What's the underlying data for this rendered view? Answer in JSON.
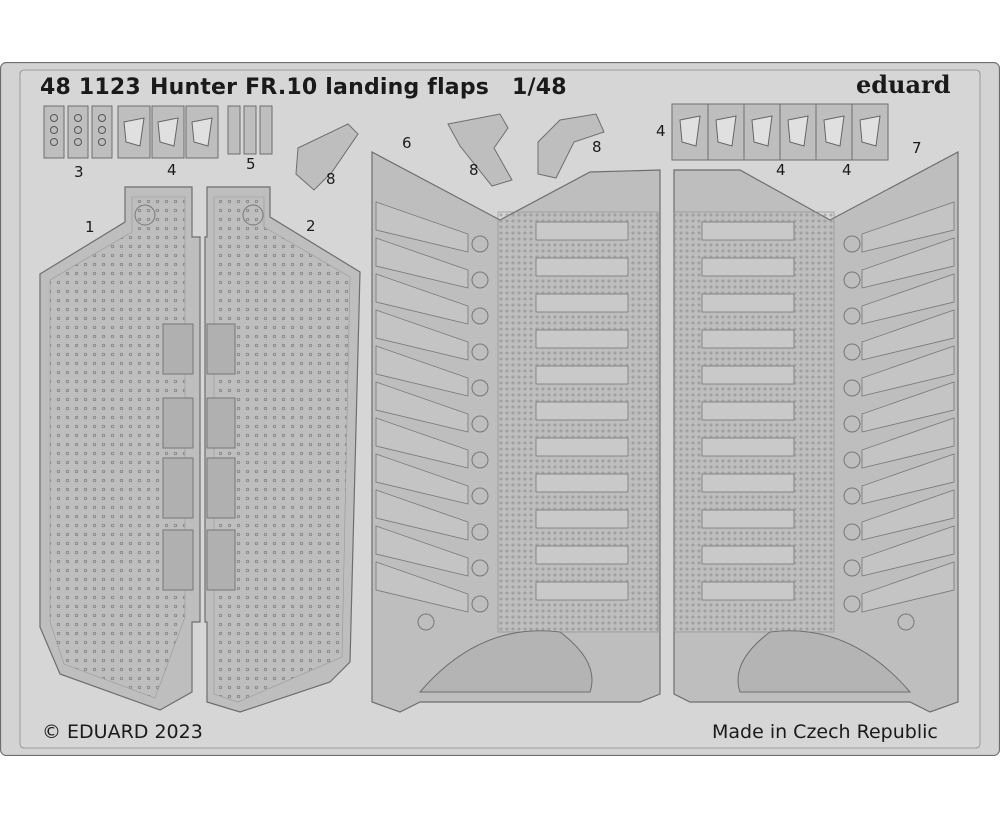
{
  "header": {
    "catalog_number": "48 1123",
    "title": "Hunter FR.10 landing flaps",
    "scale": "1/48"
  },
  "brand": {
    "logo_text": "eduard"
  },
  "footer": {
    "copyright": "© EDUARD 2023",
    "origin": "Made in Czech Republic"
  },
  "part_numbers": {
    "p1": "1",
    "p2": "2",
    "p3": "3",
    "p4a": "4",
    "p4b": "4",
    "p4c": "4",
    "p4d": "4",
    "p5": "5",
    "p6": "6",
    "p7": "7",
    "p8a": "8",
    "p8b": "8",
    "p8c": "8"
  },
  "colors": {
    "fret": "#d3d3d3",
    "part": "#bebebe",
    "outline": "#6e6e6e",
    "rivet": "#7a7a7a",
    "text": "#1a1a1a"
  }
}
